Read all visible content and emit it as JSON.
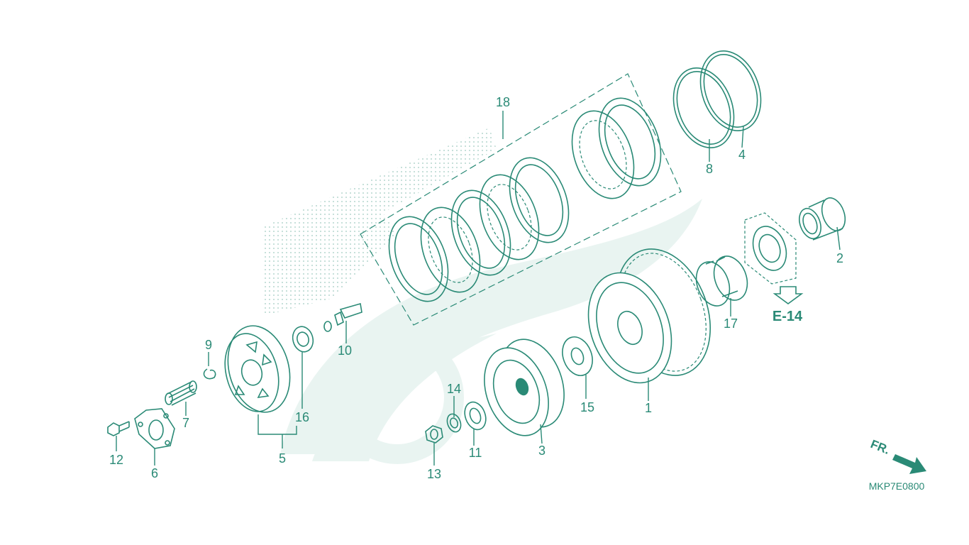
{
  "callouts": {
    "c1": "1",
    "c2": "2",
    "c3": "3",
    "c4": "4",
    "c5": "5",
    "c6": "6",
    "c7": "7",
    "c8": "8",
    "c9": "9",
    "c10": "10",
    "c11": "11",
    "c12": "12",
    "c13": "13",
    "c14": "14",
    "c15": "15",
    "c16": "16",
    "c17": "17",
    "c18": "18"
  },
  "reference": "E-14",
  "direction": "FR.",
  "diagram_code": "MKP7E0800",
  "colors": {
    "ink": "#2a8a76",
    "watermark": "#e9f4f1",
    "background": "#ffffff"
  }
}
